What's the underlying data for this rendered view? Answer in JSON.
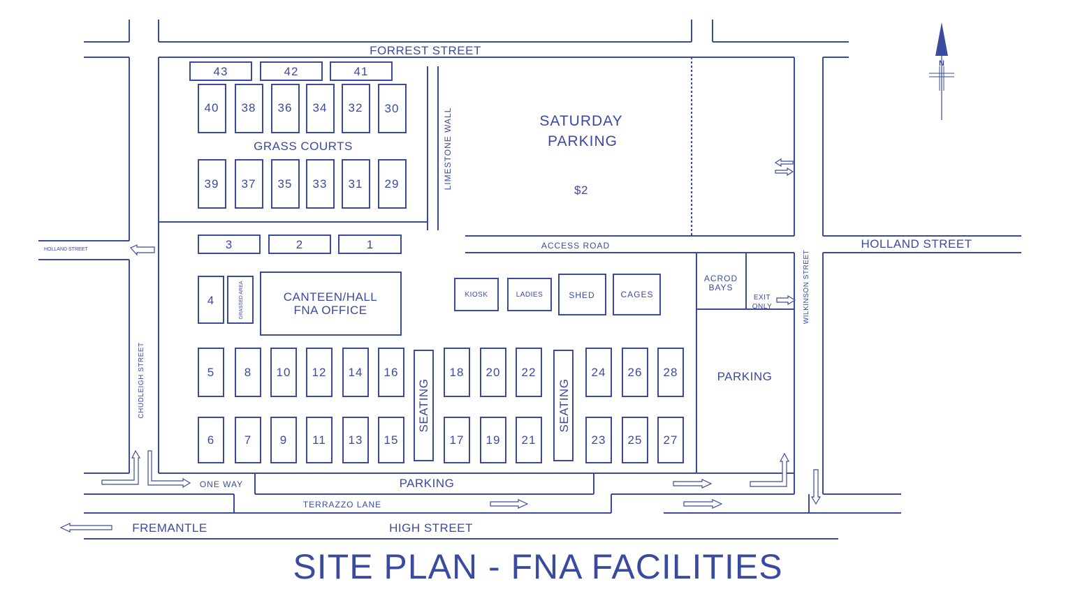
{
  "title": "SITE PLAN - FNA FACILITIES",
  "compass": "N",
  "colors": {
    "ink": "#3a4a9e",
    "paper": "#ffffff"
  },
  "streets": {
    "forrest": "FORREST STREET",
    "holland_left": "HOLLAND STREET",
    "holland_right": "HOLLAND STREET",
    "chudleigh": "CHUDLEIGH STREET",
    "wilkinson": "WILKINSON STREET",
    "terrazzo": "TERRAZZO LANE",
    "high": "HIGH STREET",
    "fremantle": "FREMANTLE",
    "access_road": "ACCESS ROAD",
    "one_way": "ONE WAY",
    "limestone_wall": "LIMESTONE WALL"
  },
  "areas": {
    "grass_courts": "GRASS COURTS",
    "saturday_parking": [
      "SATURDAY",
      "PARKING"
    ],
    "saturday_fee": "$2",
    "canteen": [
      "CANTEEN/HALL",
      "FNA OFFICE"
    ],
    "grassed_area": "GRASSED AREA",
    "kiosk": "KIOSK",
    "ladies": "LADIES",
    "shed": "SHED",
    "cages": "CAGES",
    "acrod": [
      "ACROD",
      "BAYS"
    ],
    "exit_only": [
      "EXIT",
      "ONLY"
    ],
    "parking_right": "PARKING",
    "parking_bottom": "PARKING",
    "seating_1": "SEATING",
    "seating_2": "SEATING"
  },
  "courts": {
    "c43": "43",
    "c42": "42",
    "c41": "41",
    "c40": "40",
    "c38": "38",
    "c36": "36",
    "c34": "34",
    "c32": "32",
    "c30": "30",
    "c39": "39",
    "c37": "37",
    "c35": "35",
    "c33": "33",
    "c31": "31",
    "c29": "29",
    "c3": "3",
    "c2": "2",
    "c1": "1",
    "c4": "4",
    "c5": "5",
    "c8": "8",
    "c10": "10",
    "c12": "12",
    "c14": "14",
    "c16": "16",
    "c18": "18",
    "c20": "20",
    "c22": "22",
    "c24": "24",
    "c26": "26",
    "c28": "28",
    "c6": "6",
    "c7": "7",
    "c9": "9",
    "c11": "11",
    "c13": "13",
    "c15": "15",
    "c17": "17",
    "c19": "19",
    "c21": "21",
    "c23": "23",
    "c25": "25",
    "c27": "27"
  }
}
